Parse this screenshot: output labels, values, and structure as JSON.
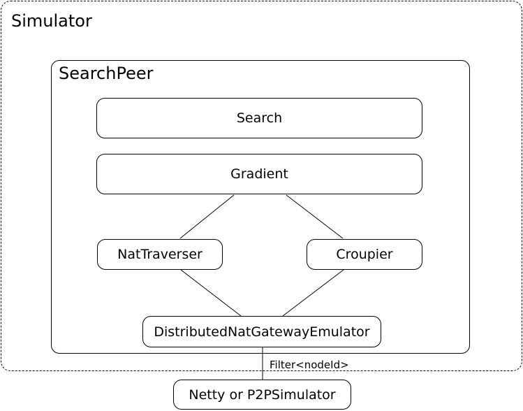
{
  "diagram": {
    "outer": {
      "title": "Simulator"
    },
    "inner": {
      "title": "SearchPeer"
    },
    "nodes": {
      "search": "Search",
      "gradient": "Gradient",
      "nat_traverser": "NatTraverser",
      "croupier": "Croupier",
      "emulator": "DistributedNatGatewayEmulator",
      "network": "Netty or P2PSimulator"
    },
    "edge_label": "Filter<nodeId>"
  }
}
